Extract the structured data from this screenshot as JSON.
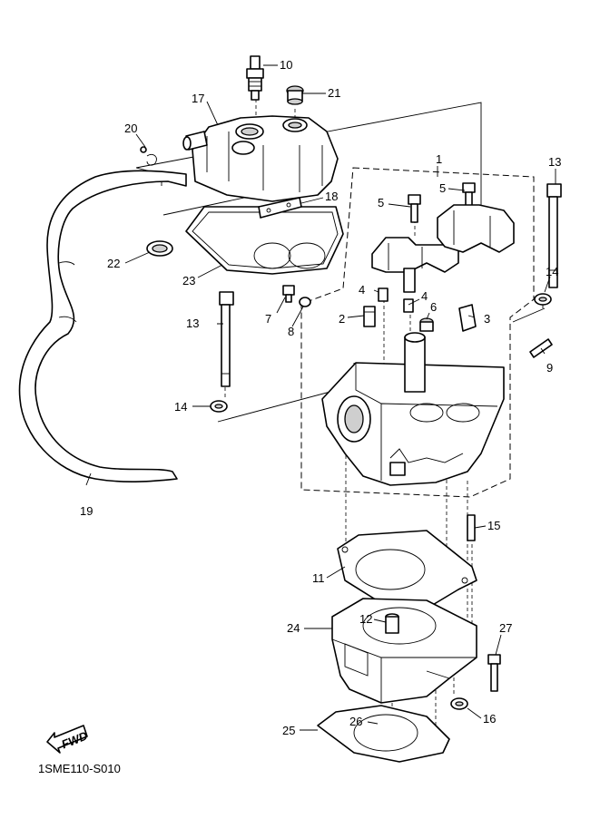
{
  "diagram_code": "1SME110-S010",
  "fwd_label": "FWD",
  "callouts": [
    "1",
    "2",
    "3",
    "4",
    "4",
    "5",
    "5",
    "6",
    "7",
    "8",
    "9",
    "10",
    "11",
    "12",
    "13",
    "13",
    "14",
    "14",
    "15",
    "16",
    "17",
    "18",
    "19",
    "20",
    "21",
    "22",
    "23",
    "24",
    "25",
    "26",
    "27"
  ]
}
